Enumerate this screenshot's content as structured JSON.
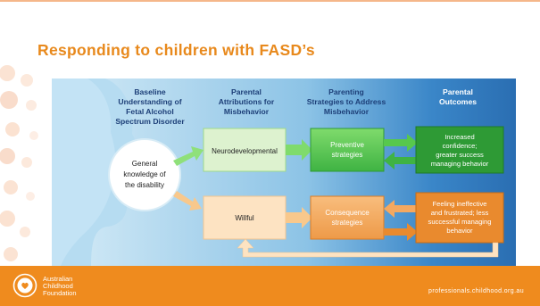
{
  "slide": {
    "title": "Responding to children with FASD’s"
  },
  "diagram": {
    "headers": [
      [
        "Baseline",
        "Understanding of",
        "Fetal Alcohol",
        "Spectrum Disorder"
      ],
      [
        "Parental",
        "Attributions for",
        "Misbehavior"
      ],
      [
        "Parenting",
        "Strategies to Address",
        "Misbehavior"
      ],
      [
        "Parental",
        "Outcomes"
      ]
    ],
    "baseline_circle": [
      "General",
      "knowledge of",
      "the disability"
    ],
    "top_row": {
      "attribution": [
        "Neurodevelopmental"
      ],
      "strategy": [
        "Preventive",
        "strategies"
      ],
      "outcome": [
        "Increased",
        "confidence;",
        "greater success",
        "managing behavior"
      ]
    },
    "bottom_row": {
      "attribution": [
        "Willful"
      ],
      "strategy": [
        "Consequence",
        "strategies"
      ],
      "outcome": [
        "Feeling ineffective",
        "and frustrated; less",
        "successful managing",
        "behavior"
      ]
    },
    "colors": {
      "background_light": "#cfe8f4",
      "background_dark": "#2a6eb2",
      "header_text": "#1d3f78",
      "green_light": "#ddf2cf",
      "green": "#57c84d",
      "green_dark": "#2e9a35",
      "orange_light": "#fde3c2",
      "orange": "#f4a860",
      "orange_dark": "#e98a2e",
      "head_silhouette": "#a9d3ec"
    }
  },
  "footer": {
    "org_name": [
      "Australian",
      "Childhood",
      "Foundation"
    ],
    "url": "professionals.childhood.org.au",
    "color": "#ef8b1e"
  }
}
